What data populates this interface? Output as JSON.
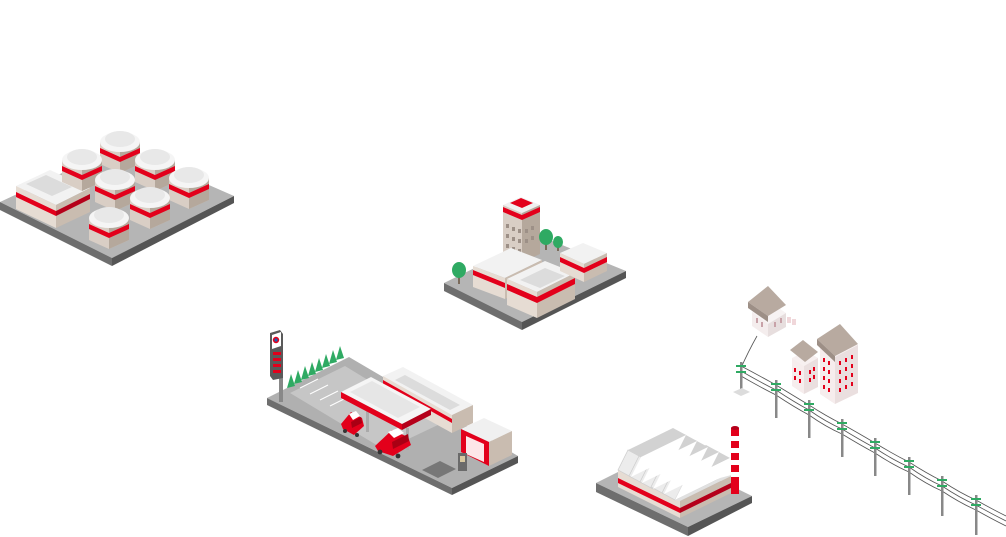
{
  "scene": {
    "groups": [
      {
        "name": "storage-tank-farm",
        "icon": "oil-storage-tanks-icon"
      },
      {
        "name": "office-complex",
        "icon": "office-buildings-icon"
      },
      {
        "name": "service-station",
        "icon": "fuel-station-icon"
      },
      {
        "name": "residential-houses",
        "icon": "houses-icon"
      },
      {
        "name": "power-line",
        "icon": "power-line-icon"
      },
      {
        "name": "factory",
        "icon": "factory-icon"
      }
    ]
  },
  "colors": {
    "accent_red": "#e3001b",
    "platform": "#a8a8a8",
    "platform_dark": "#6e6e6e",
    "wall_light": "#d9cec5",
    "wall_dark": "#b5a89c",
    "roof": "#eeeeee",
    "tree": "#2faa63"
  }
}
